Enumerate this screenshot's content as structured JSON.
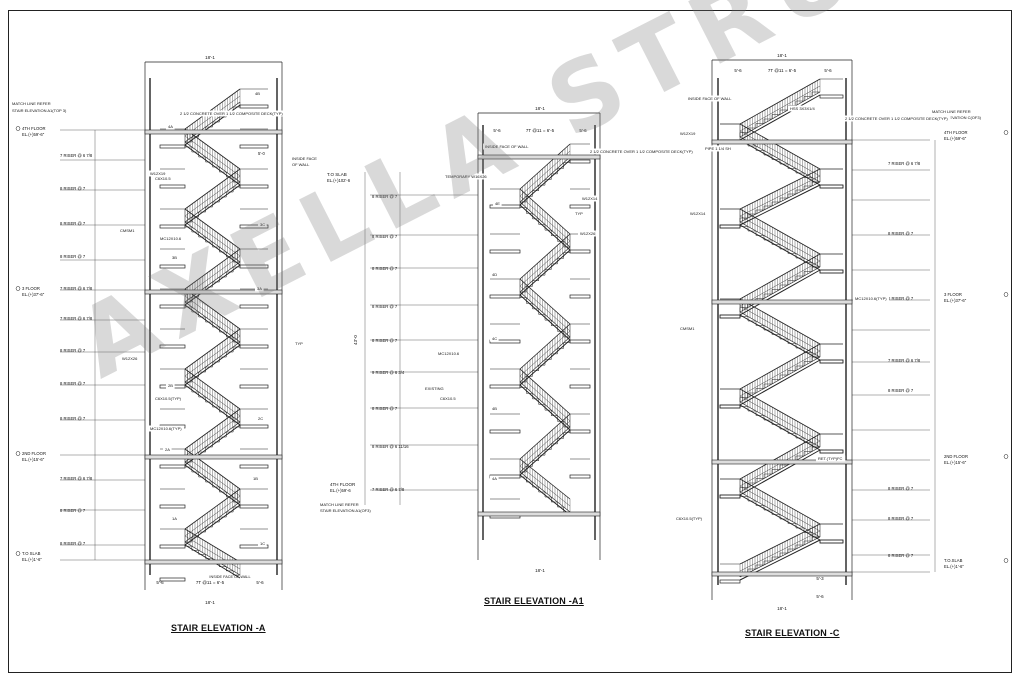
{
  "titles": {
    "a": "STAIR ELEVATION -A",
    "a1": "STAIR ELEVATION -A1",
    "c": "STAIR ELEVATION -C"
  },
  "watermark": "AXELLA STRUCTURES",
  "stair_a": {
    "overall_width": "18'-1",
    "bottom_dims": [
      "5'-6",
      "7T @11 = 6'-5",
      "5'-6"
    ],
    "bottom_overall": "18'-1",
    "match_line": "MATCH LINE REFER STAIR ELEVATION A1(TOP 3)",
    "left_riser_labels": [
      "7 RISER @ 6 7/8",
      "8 RISER @ 7",
      "8 RISER @ 7",
      "8 RISER @ 7",
      "7 RISER @ 6 7/8",
      "7 RISER @ 6 7/8",
      "8 RISER @ 7",
      "8 RISER @ 7",
      "8 RISER @ 7",
      "7 RISER @ 6 7/8",
      "8 RISER @ 7",
      "8 RISER @ 7"
    ],
    "floor_labels": [
      "4TH FLOOR EL.(+)59'-6\"",
      "3 FLOOR EL.(+)37'-6\"",
      "2ND FLOOR EL.(+)15'-6\"",
      "T.O SLAB EL.(+)1'-6\""
    ],
    "callouts": [
      "C6X10.5",
      "MC12X10.6",
      "CMSM1",
      "W12X26",
      "W12X19",
      "C6X10.5(TYP)",
      "MC12X10.6(TYP)",
      "2 1/2 CONCRETE OVER 1 1/2 COMPOSITE DECK(TYP)"
    ],
    "tags": [
      "4A",
      "3B",
      "3A",
      "2B",
      "2A",
      "1B",
      "1A",
      "4B",
      "3C",
      "2C",
      "1C"
    ],
    "right_notes": [
      "5'-0",
      "INSIDE FACE OF WALL",
      "TYP",
      "2 1/2 CONCRETE OVER 1 1/2 COMPOSITE DECK(TYP)"
    ]
  },
  "stair_a1": {
    "overall_width": "18'-1",
    "top_dims": [
      "5'-6",
      "7T @11 = 6'-5",
      "5'-6"
    ],
    "bottom_overall": "18'-1",
    "slab_label": "T.O SLAB EL.(+)102'-6",
    "floor_label": "4TH FLOOR EL.(+)59'-6",
    "match_line": "MATCH LINE REFER STAIR ELEVATION A1(OF3)",
    "height_total": "43'-0",
    "left_riser_labels": [
      "8 RISER @ 7",
      "8 RISER @ 7",
      "8 RISER @ 7",
      "8 RISER @ 7",
      "8 RISER @ 7",
      "9 RISER @ 6 3/4",
      "8 RISER @ 7",
      "8 RISER @ 6 11/16",
      "7 RISER @ 6 7/8"
    ],
    "callouts": [
      "TEMPORARY W16X26",
      "2 1/2 CONCRETE OVER 1 1/2 COMPOSITE DECK(TYP)",
      "W12X14",
      "W12X26",
      "MC12X10.6",
      "C6X10.5",
      "EXISTING",
      "INSIDE FACE OF WALL",
      "TYP"
    ],
    "tags": [
      "4E",
      "4D",
      "4C",
      "4B",
      "4A"
    ]
  },
  "stair_c": {
    "overall_width": "18'-1",
    "top_dims": [
      "5'-6",
      "7T @11 = 6'-5",
      "5'-6"
    ],
    "bottom_dims": [
      "5'-3",
      "5'-6"
    ],
    "bottom_overall": "18'-1",
    "match_line": "MATCH LINE REFER STAIR ELEVATION C(OF3)",
    "right_riser_labels": [
      "7 RISER @ 6 7/8",
      "8 RISER @ 7",
      "8 RISER @ 7",
      "7 RISER @ 6 7/8",
      "8 RISER @ 7",
      "8 RISER @ 7",
      "8 RISER @ 7",
      "8 RISER @ 7"
    ],
    "floor_labels": [
      "4TH FLOOR EL.(+)59'-6\"",
      "3 FLOOR EL.(+)37'-6\"",
      "2ND FLOOR EL.(+)15'-6\"",
      "T.O.SLAB EL.(+)1'-6\""
    ],
    "callouts": [
      "2 1/2 CONCRETE OVER 1 1/2 COMPOSITE DECK(TYP)",
      "W12X19",
      "W12X14",
      "CMSM1",
      "HSS 3X3X1/4",
      "PIPE 1 1/4 SH",
      "C6X10.5(TYP)",
      "MC12X10.6(TYP)",
      "RET.(TYP)FC",
      "INSIDE FACE OF WALL"
    ]
  }
}
